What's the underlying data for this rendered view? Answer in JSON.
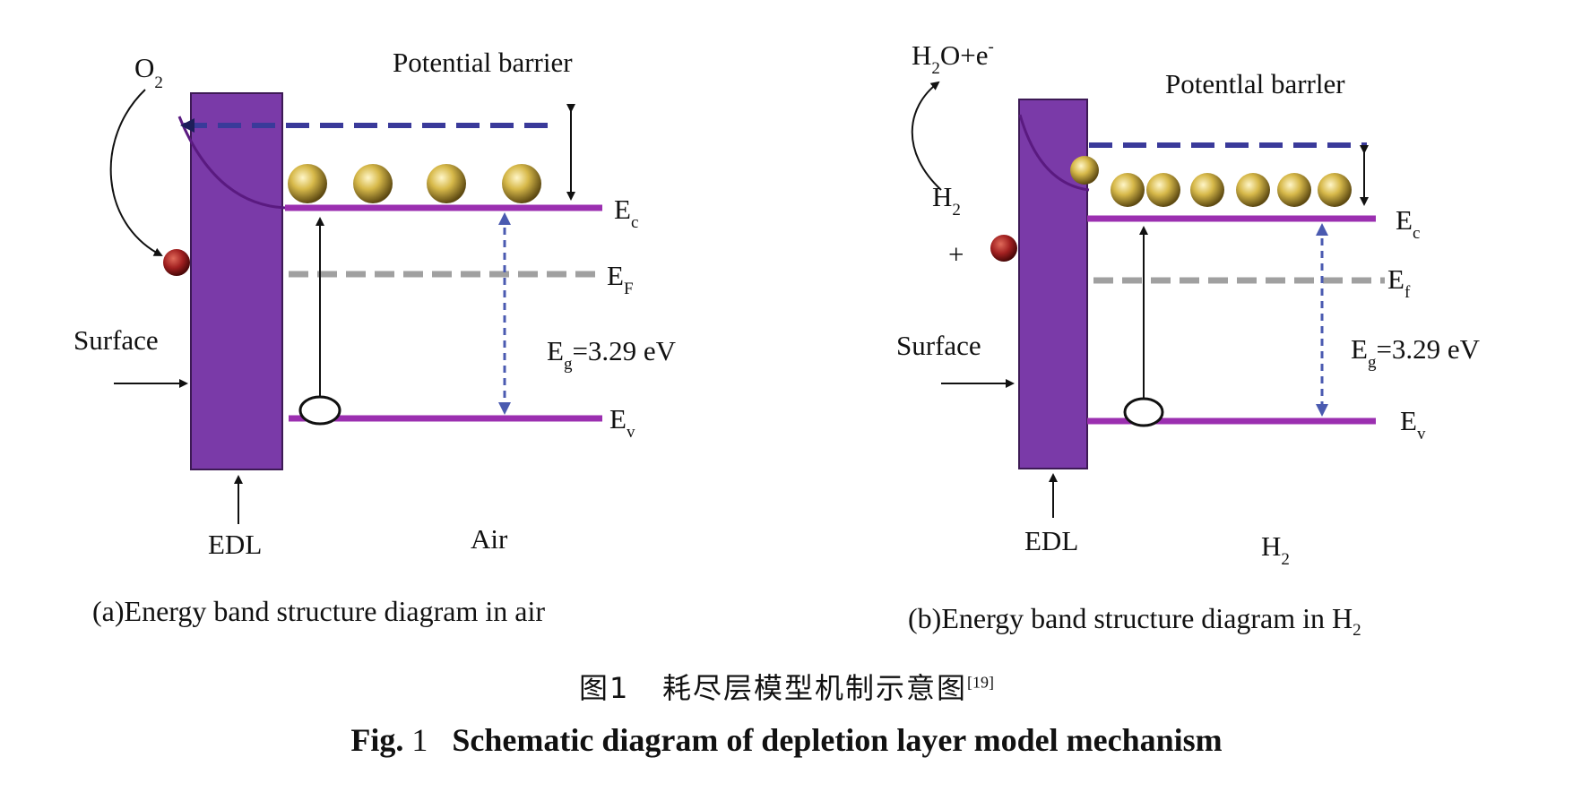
{
  "panel_a": {
    "potential_barrier": "Potential barrier",
    "adsorbate": "O",
    "adsorbate_sub": "2",
    "ec": "E",
    "ec_sub": "c",
    "ef": "E",
    "ef_sub": "F",
    "ev": "E",
    "ev_sub": "v",
    "eg": "E",
    "eg_sub": "g",
    "eg_value": "=3.29 eV",
    "surface": "Surface",
    "edl": "EDL",
    "ambient": "Air",
    "caption_prefix": "(a)",
    "caption": "Energy band structure diagram in air"
  },
  "panel_b": {
    "potential_barrier": "Potentlal barrler",
    "product_h": "H",
    "product_sub": "2",
    "product_rest": "O+e",
    "product_sup": "-",
    "reactant": "H",
    "reactant_sub": "2",
    "plus": "+",
    "ec": "E",
    "ec_sub": "c",
    "ef": "E",
    "ef_sub": "f",
    "ev": "E",
    "ev_sub": "v",
    "eg": "E",
    "eg_sub": "g",
    "eg_value": "=3.29 eV",
    "surface": "Surface",
    "edl": "EDL",
    "ambient": "H",
    "ambient_sub": "2",
    "caption_prefix": "(b)",
    "caption": "Energy band structure diagram in H",
    "caption_sub": "2"
  },
  "figure_caption_cn": {
    "label": "图1",
    "text": "耗尽层模型机制示意图",
    "ref": "[19]"
  },
  "figure_caption_en": {
    "label": "Fig.",
    "number": "1",
    "text": "Schematic diagram of depletion layer model mechanism"
  },
  "colors": {
    "band": "#9b2fb0",
    "edl_fill": "#7a3aa8",
    "barrier_dash": "#3a3a9a",
    "fermi_dash": "#a0a0a0",
    "eg_arrow": "#4a5ab0",
    "electron": "#c8a83a",
    "adsorbed": "#9a2020"
  }
}
